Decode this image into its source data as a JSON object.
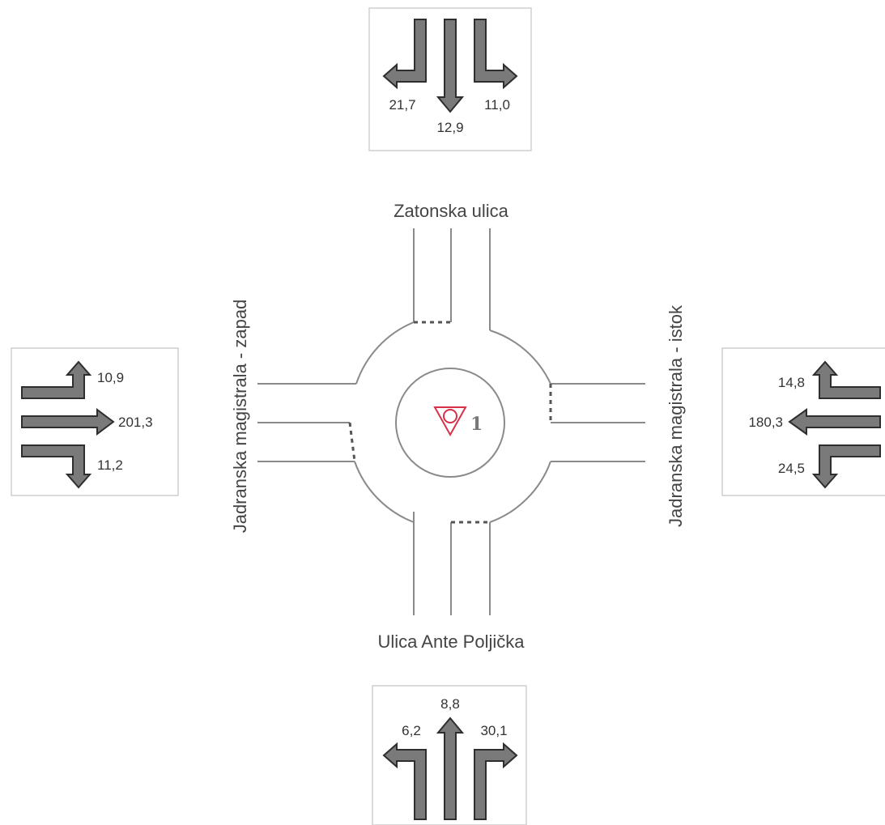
{
  "streets": {
    "north": "Zatonska ulica",
    "south": "Ulica Ante Poljička",
    "west": "Jadranska magistrala - zapad",
    "east": "Jadranska magistrala - istok"
  },
  "node": {
    "number": "1"
  },
  "volumes": {
    "north": {
      "right": "21,7",
      "through": "12,9",
      "left": "11,0"
    },
    "west": {
      "left": "10,9",
      "through": "201,3",
      "right": "11,2"
    },
    "east": {
      "right": "14,8",
      "through": "180,3",
      "left": "24,5"
    },
    "south": {
      "left": "6,2",
      "through": "8,8",
      "right": "30,1"
    }
  },
  "colors": {
    "arrow_fill": "#7a7a7a",
    "arrow_stroke": "#2e2e2e",
    "road_line": "#8a8a8a",
    "yield_sign": "#d9304a"
  }
}
